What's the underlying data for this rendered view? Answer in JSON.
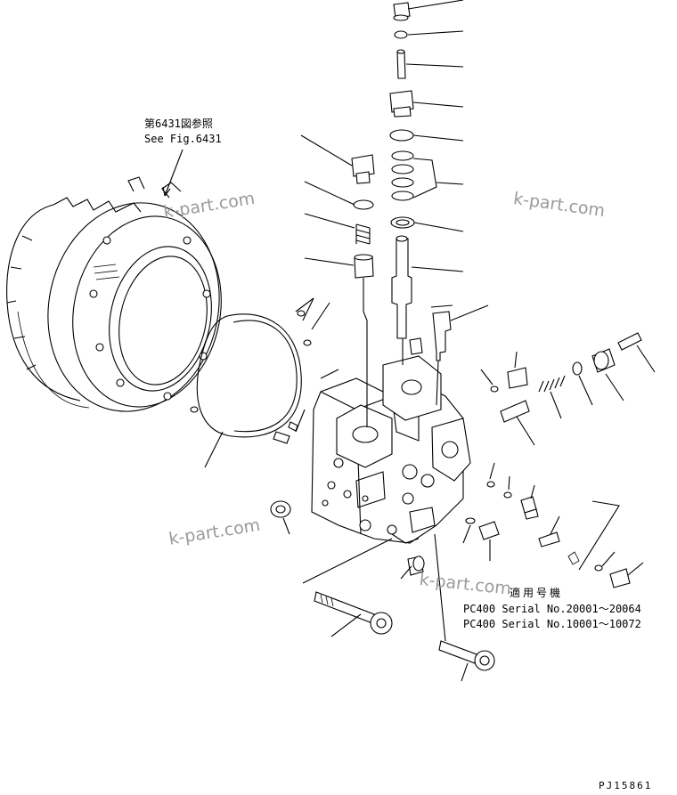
{
  "references": {
    "figure_ref_jp": "第6431図参照",
    "figure_ref_en": "See Fig.6431"
  },
  "serial_note": {
    "heading": "適用号機",
    "line1": "PC400 Serial No.20001～20064",
    "line2": "PC400 Serial No.10001～10072"
  },
  "drawing_code": "PJ15861",
  "watermark": "k-part.com"
}
